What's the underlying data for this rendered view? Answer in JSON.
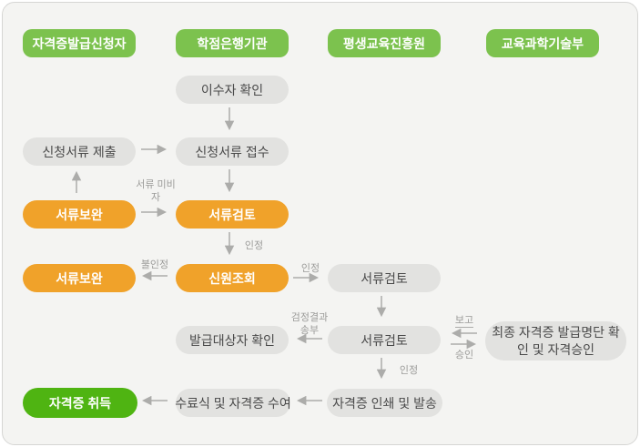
{
  "diagram": {
    "type": "flowchart",
    "description_colors": {
      "header_green": "#7cc24e",
      "accent_green": "#4fb412",
      "orange": "#f0a22a",
      "gray_pill": "#e2e2e0",
      "panel_background": "#f4f4f2",
      "arrow_gray": "#acacaa"
    },
    "headers": [
      {
        "label": "자격증발급신청자"
      },
      {
        "label": "학점은행기관"
      },
      {
        "label": "평생교육진흥원"
      },
      {
        "label": "교육과학기술부"
      }
    ],
    "nodes": {
      "completer_check": {
        "label": "이수자 확인"
      },
      "docs_submit": {
        "label": "신청서류 제출"
      },
      "docs_receive": {
        "label": "신청서류 접수"
      },
      "docs_supplement_1": {
        "label": "서류보완"
      },
      "docs_review_1": {
        "label": "서류검토"
      },
      "docs_supplement_2": {
        "label": "서류보완"
      },
      "identity_check": {
        "label": "신원조회"
      },
      "docs_review_2": {
        "label": "서류검토"
      },
      "issuance_target_check": {
        "label": "발급대상자 확인"
      },
      "docs_review_3": {
        "label": "서류검토"
      },
      "final_approval": {
        "label": "최종 자격증 발급명단 확인 및 자격승인"
      },
      "cert_acquire": {
        "label": "자격증 취득"
      },
      "ceremony": {
        "label": "수료식 및 자격증 수여"
      },
      "cert_print_send": {
        "label": "자격증 인쇄 및 발송"
      }
    },
    "edge_labels": {
      "missing_docs": "서류 미비자",
      "approved_1": "인정",
      "rejected": "불인정",
      "approved_2": "인정",
      "test_result_sent": "검정결과 송부",
      "report": "보고",
      "approve": "승인",
      "approved_3": "인정"
    }
  }
}
